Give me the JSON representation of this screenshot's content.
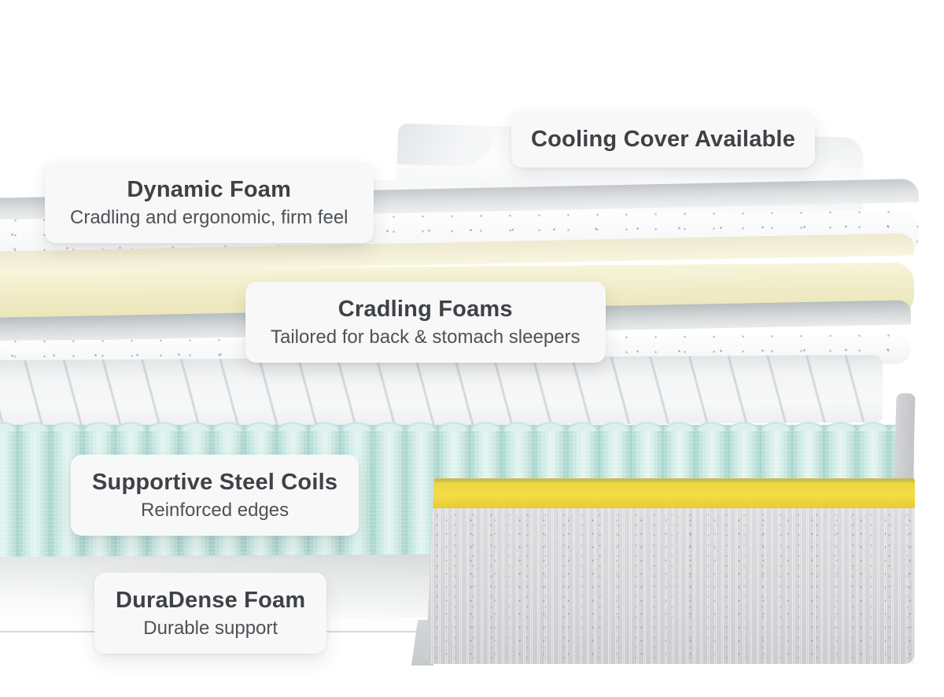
{
  "page": {
    "title": "Mattress layers diagram",
    "background": "#ffffff"
  },
  "callouts": [
    {
      "id": "cooling-cover",
      "title": "Cooling Cover Available"
    },
    {
      "id": "dynamic-foam",
      "title": "Dynamic Foam",
      "subtitle": "Cradling and ergonomic, firm feel"
    },
    {
      "id": "cradling-foams",
      "title": "Cradling Foams",
      "subtitle": "Tailored for back & stomach sleepers"
    },
    {
      "id": "supportive-steel-coils",
      "title": "Supportive Steel Coils",
      "subtitle": "Reinforced edges"
    },
    {
      "id": "duradense-foam",
      "title": "DuraDense Foam",
      "subtitle": "Durable support"
    }
  ],
  "layers": [
    {
      "id": "cooling-cover-flap",
      "label": "Cooling cover top flap",
      "color": "#f7f8f9"
    },
    {
      "id": "cover-sheet",
      "label": "Cover sheet",
      "color": "#f9fafb"
    },
    {
      "id": "dynamic-foam-slab",
      "label": "Dynamic Foam slab (speckled white)",
      "color": "#fcfcfd"
    },
    {
      "id": "cradling-foam-slab",
      "label": "Cradling Foam slab (cream)",
      "color": "#f1edc9"
    },
    {
      "id": "transition-foam-slab",
      "label": "Thin speckled foam slab",
      "color": "#fbfcfc"
    },
    {
      "id": "quilted-coil-top",
      "label": "Quilted coil-unit top",
      "color": "#f1f2f3"
    },
    {
      "id": "steel-coil-pockets",
      "label": "Pocketed steel coils (teal)",
      "color": "#cdeae6"
    },
    {
      "id": "duradense-base",
      "label": "DuraDense base foam",
      "color": "#f0f1f1"
    },
    {
      "id": "side-panel-band",
      "label": "Side panel accent band",
      "color": "#f2d83e"
    },
    {
      "id": "side-panel-fabric",
      "label": "Side panel heather fabric",
      "color": "#d8d8db"
    }
  ],
  "colors": {
    "callout_bg": "#f8f8f9",
    "title_text": "#3e4246",
    "subtitle_text": "#4d5256",
    "accent_yellow": "#f2d83e",
    "coil_teal": "#cdeae6",
    "foam_cream": "#f1edc9",
    "fabric_gray": "#d8d8db"
  }
}
